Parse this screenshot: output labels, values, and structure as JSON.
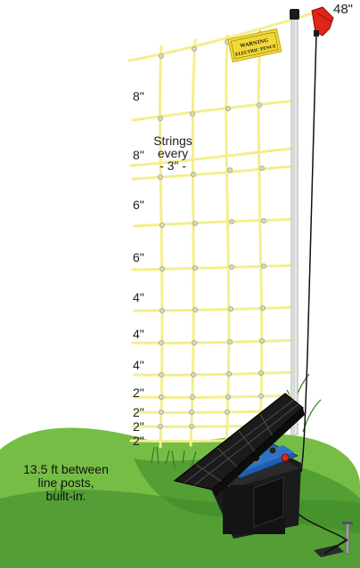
{
  "fence_height": "48\"",
  "warning_sign": {
    "line1": "WARNING",
    "line2": "ELECTRIC FENCE"
  },
  "strings_note": [
    "Strings",
    "every",
    "- 3\" -"
  ],
  "spacings": [
    "8\"",
    "8\"",
    "6\"",
    "6\"",
    "4\"",
    "4\"",
    "4\"",
    "2\"",
    "2\"",
    "2\"",
    "2\""
  ],
  "post_note": [
    "13.5 ft between",
    "line posts,",
    "built-in."
  ],
  "colors": {
    "netting": "#f4ee8c",
    "grass_light": "#7cc34a",
    "grass_dark": "#3f8a2a",
    "energizer_blue": "#1f5fb0",
    "solar_panel": "#1b1b1b",
    "clip_red": "#e0251b",
    "sign_yellow": "#f1d93a"
  }
}
